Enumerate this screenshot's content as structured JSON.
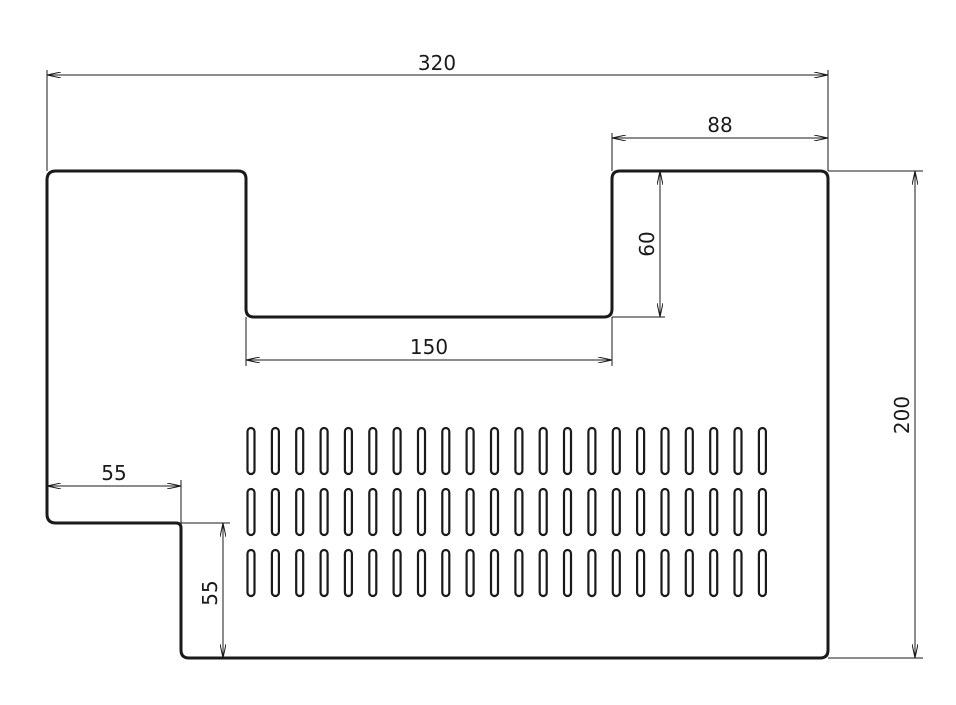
{
  "drawing": {
    "dimensions": {
      "overall_width": "320",
      "right_section_width": "88",
      "notch_depth": "60",
      "notch_width": "150",
      "overall_height": "200",
      "left_step_width": "55",
      "left_step_height": "55"
    },
    "slot_pattern": {
      "rows": 3,
      "columns": 22
    },
    "colors": {
      "line": "#1a1a1a",
      "background": "#ffffff"
    }
  }
}
